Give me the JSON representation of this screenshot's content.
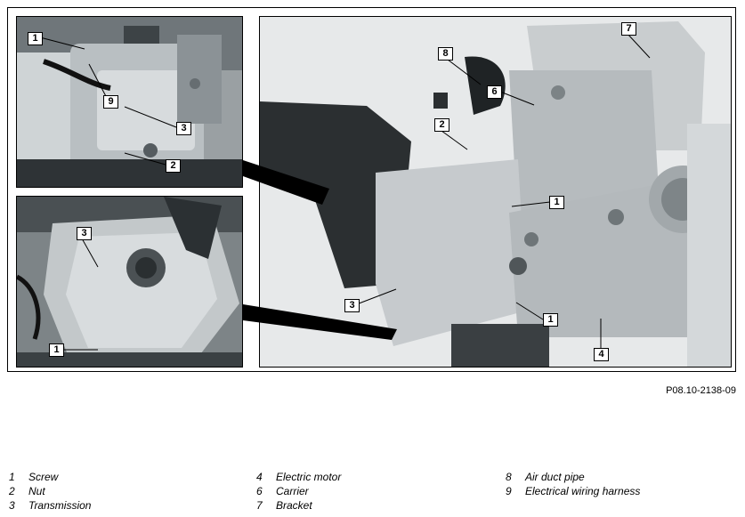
{
  "figure_ref": "P08.10-2138-09",
  "legend": [
    [
      {
        "num": "1",
        "label": "Screw"
      },
      {
        "num": "2",
        "label": "Nut"
      },
      {
        "num": "3",
        "label": "Transmission"
      }
    ],
    [
      {
        "num": "4",
        "label": "Electric motor"
      },
      {
        "num": "6",
        "label": "Carrier"
      },
      {
        "num": "7",
        "label": "Bracket"
      }
    ],
    [
      {
        "num": "8",
        "label": "Air duct pipe"
      },
      {
        "num": "9",
        "label": "Electrical wiring harness"
      }
    ]
  ],
  "callouts": {
    "tl_1": "1",
    "tl_9": "9",
    "tl_3": "3",
    "tl_2": "2",
    "bl_3": "3",
    "bl_1": "1",
    "m_8": "8",
    "m_7": "7",
    "m_6": "6",
    "m_2": "2",
    "m_1a": "1",
    "m_3": "3",
    "m_1b": "1",
    "m_4": "4"
  }
}
